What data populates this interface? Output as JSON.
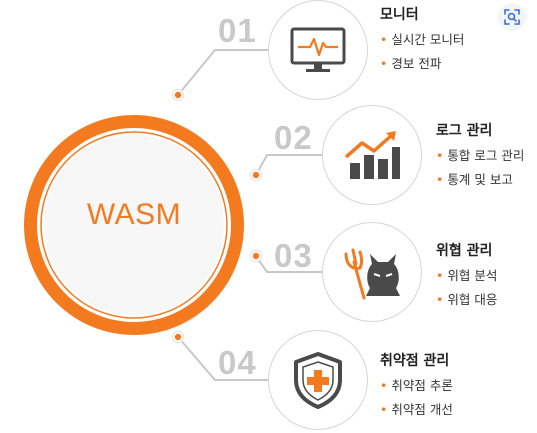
{
  "center": {
    "label": "WASM"
  },
  "colors": {
    "accent": "#f47a20",
    "number": "#c9c9c9",
    "icon": "#4a4a4a",
    "connector": "#c8c8c8"
  },
  "items": [
    {
      "number": "01",
      "title": "모니터",
      "icon": "monitor-icon",
      "bullets": [
        "실시간 모니터",
        "경보 전파"
      ]
    },
    {
      "number": "02",
      "title": "로그 관리",
      "icon": "bar-chart-trend-icon",
      "bullets": [
        "통합 로그 관리",
        "통계 및 보고"
      ]
    },
    {
      "number": "03",
      "title": "위협 관리",
      "icon": "devil-trident-icon",
      "bullets": [
        "위협 분석",
        "위협 대응"
      ]
    },
    {
      "number": "04",
      "title": "취약점 관리",
      "icon": "shield-plus-icon",
      "bullets": [
        "취약점 추론",
        "취약점 개선"
      ]
    }
  ],
  "toolbar": {
    "icon": "visual-search-icon"
  }
}
